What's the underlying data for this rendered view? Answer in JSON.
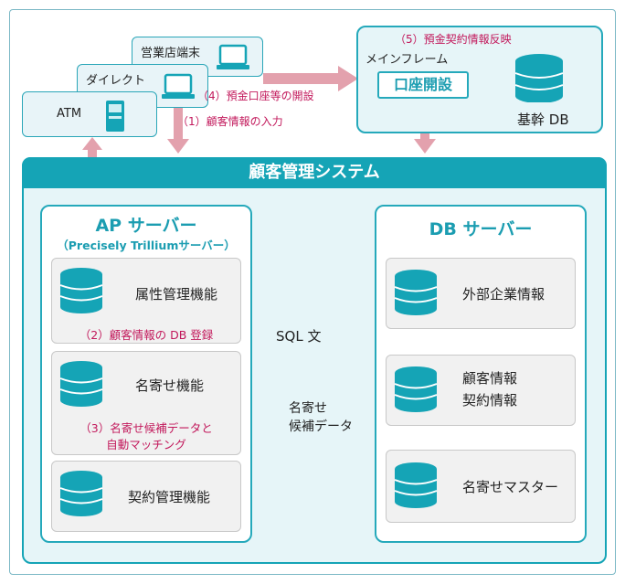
{
  "terminals": {
    "atm": "ATM",
    "direct": "ダイレクト",
    "branch": "営業店端末"
  },
  "steps": {
    "s1": "（1）顧客情報の入力",
    "s4": "（4）預金口座等の開設",
    "s5": "（5）預金契約情報反映"
  },
  "mainframe": {
    "title": "メインフレーム",
    "account_open": "口座開設",
    "db_label": "基幹 DB"
  },
  "system": {
    "title": "顧客管理システム"
  },
  "ap_server": {
    "title": "AP サーバー",
    "subtitle": "（Precisely Trilliumサーバー）",
    "cards": [
      {
        "label": "属性管理機能",
        "note": "（2）顧客情報の DB 登録"
      },
      {
        "label": "名寄せ機能",
        "note_line1": "（3）名寄せ候補データと",
        "note_line2": "自動マッチング"
      },
      {
        "label": "契約管理機能"
      }
    ]
  },
  "db_server": {
    "title": "DB サーバー",
    "cards": [
      {
        "label": "外部企業情報"
      },
      {
        "label_line1": "顧客情報",
        "label_line2": "契約情報"
      },
      {
        "label": "名寄せマスター"
      }
    ]
  },
  "flows": {
    "sql": "SQL 文",
    "candidate_line1": "名寄せ",
    "candidate_line2": "候補データ"
  },
  "colors": {
    "teal": "#15a4b6",
    "teal_light": "#e6f5f8",
    "pink_arrow": "#e3a1ad",
    "pink_text": "#c2185b"
  }
}
